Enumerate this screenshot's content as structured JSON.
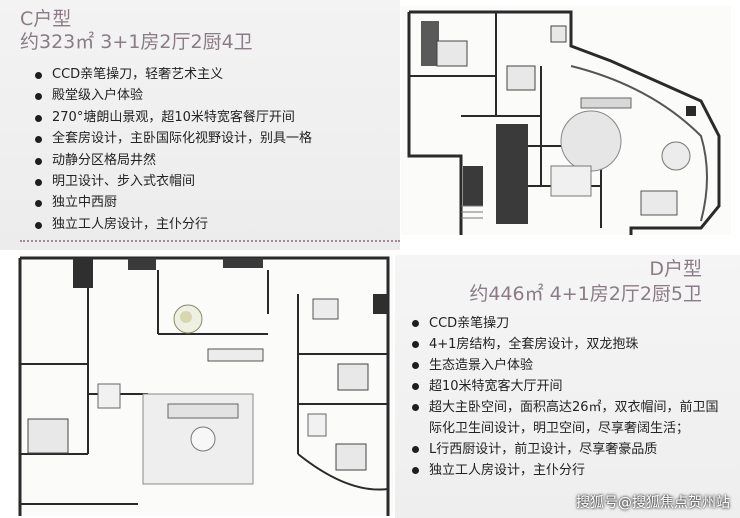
{
  "c_unit": {
    "title_line1": "C户型",
    "title_line2": "约323㎡ 3+1房2厅2厨4卫",
    "features": [
      "CCD亲笔操刀，轻奢艺术主义",
      "殿堂级入户体验",
      "270°塘朗山景观，超10米特宽客餐厅开间",
      "全套房设计，主卧国际化视野设计，别具一格",
      "动静分区格局井然",
      "明卫设计、步入式衣帽间",
      "独立中西厨",
      "独立工人房设计，主仆分行"
    ]
  },
  "d_unit": {
    "title_line1": "D户型",
    "title_line2": "约446㎡ 4+1房2厅2厨5卫",
    "features": [
      "CCD亲笔操刀",
      "4+1房结构，全套房设计，双龙抱珠",
      "生态造景入户体验",
      "超10米特宽客大厅开间",
      "超大主卧空间，面积高达26㎡，双衣帽间，前卫国际化卫生间设计，明卫空间，尽享奢阔生活；",
      "L行西厨设计，前卫设计，尽享奢豪品质",
      "独立工人房设计，主仆分行"
    ]
  },
  "watermark": "搜狐号@搜狐焦点贺州站",
  "colors": {
    "title": "#8a7c86",
    "bullet_text": "#222222",
    "divider": "#a4879a",
    "wall": "#2a2a2a"
  }
}
